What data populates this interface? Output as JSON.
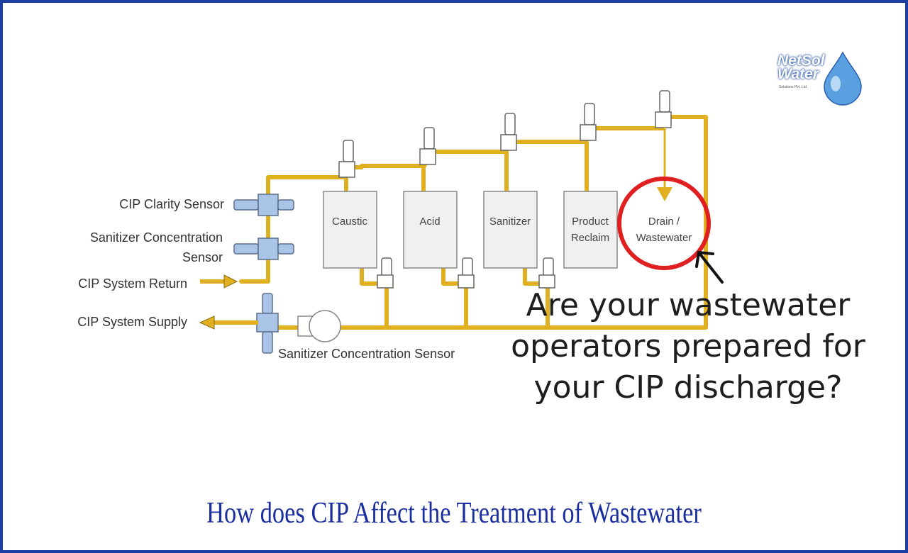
{
  "logo": {
    "line1": "NetSol",
    "line2": "Water",
    "sub": "Solutions Pvt. Ltd."
  },
  "sensors": {
    "clarity": "CIP Clarity Sensor",
    "sanitizer_line1": "Sanitizer Concentration",
    "sanitizer_line2": "Sensor",
    "bottom": "Sanitizer Concentration Sensor"
  },
  "flows": {
    "return": "CIP System Return",
    "supply": "CIP System Supply"
  },
  "tanks": {
    "caustic": "Caustic",
    "acid": "Acid",
    "sanitizer": "Sanitizer",
    "product_line1": "Product",
    "product_line2": "Reclaim",
    "drain_line1": "Drain /",
    "drain_line2": "Wastewater"
  },
  "question": {
    "line1": "Are your wastewater",
    "line2": "operators prepared for",
    "line3": "your CIP discharge?"
  },
  "title": "How does CIP Affect the Treatment of Wastewater",
  "colors": {
    "pipe": "#e0b020",
    "frame": "#1d3fa3",
    "title": "#1a2ea0",
    "highlight": "#e02020",
    "sensor": "#a9c4e6"
  }
}
